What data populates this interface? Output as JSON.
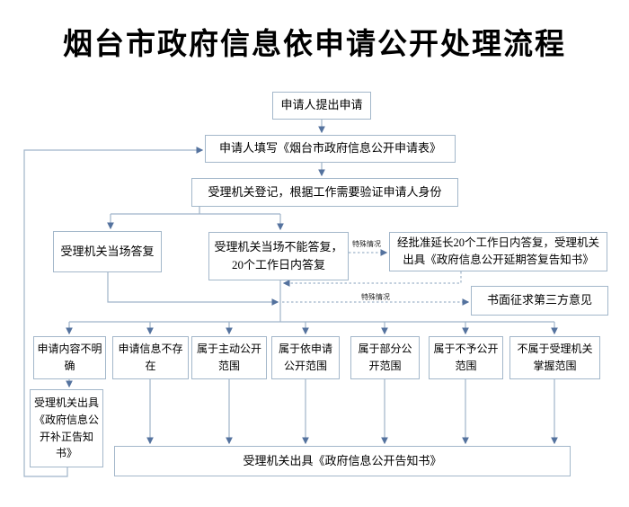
{
  "title": "烟台市政府信息依申请公开处理流程",
  "colors": {
    "background": "#ffffff",
    "box_border": "#a3b7ca",
    "connector_line": "#9fb4c9",
    "arrowhead": "#54729e",
    "text": "#000000"
  },
  "nodes": {
    "submit": {
      "label": "申请人提出申请"
    },
    "fill_form": {
      "label": "申请人填写《烟台市政府信息公开申请表》"
    },
    "register": {
      "label": "受理机关登记，根据工作需要验证申请人身份"
    },
    "onsite_reply": {
      "label": "受理机关当场答复"
    },
    "cannot_onsite": {
      "label": "受理机关当场不能答复，20个工作日内答复"
    },
    "extension": {
      "label": "经批准延长20个工作日内答复，受理机关出具《政府信息公开延期答复告知书》"
    },
    "third_party": {
      "label": "书面征求第三方意见"
    },
    "content_unclear": {
      "label": "申请内容不明确"
    },
    "info_not_exist": {
      "label": "申请信息不存在"
    },
    "proactive_scope": {
      "label": "属于主动公开范围"
    },
    "on_request_scope": {
      "label": "属于依申请公开范围"
    },
    "partial_scope": {
      "label": "属于部分公开范围"
    },
    "no_disclosure_scope": {
      "label": "属于不予公开范围"
    },
    "not_held_scope": {
      "label": "不属于受理机关掌握范围"
    },
    "correction_notice": {
      "label": "受理机关出具《政府信息公开补正告知书》"
    },
    "disclosure_notice": {
      "label": "受理机关出具《政府信息公开告知书》"
    }
  },
  "edge_labels": {
    "special_case_1": "特殊情况",
    "special_case_2": "特殊情况"
  }
}
